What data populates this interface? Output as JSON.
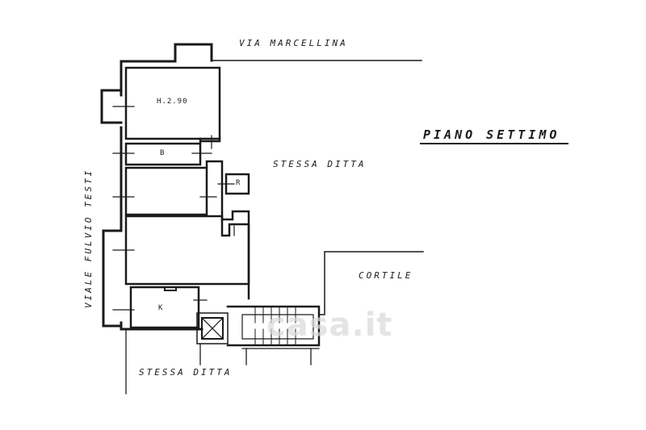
{
  "title": "PIANO SETTIMO",
  "streets": {
    "top": "VIA MARCELLINA",
    "left": "VIALE FULVIO TESTI"
  },
  "areas": {
    "neighbor_right": "STESSA DITTA",
    "neighbor_bottom": "STESSA DITTA",
    "courtyard": "CORTILE"
  },
  "rooms": {
    "room_height": "H.2.90",
    "bathroom": "B",
    "closet": "R",
    "kitchen": "K"
  },
  "watermark": "casa.it",
  "colors": {
    "ink": "#1a1a1a",
    "paper": "#ffffff",
    "watermark": "#d9d9d9"
  }
}
